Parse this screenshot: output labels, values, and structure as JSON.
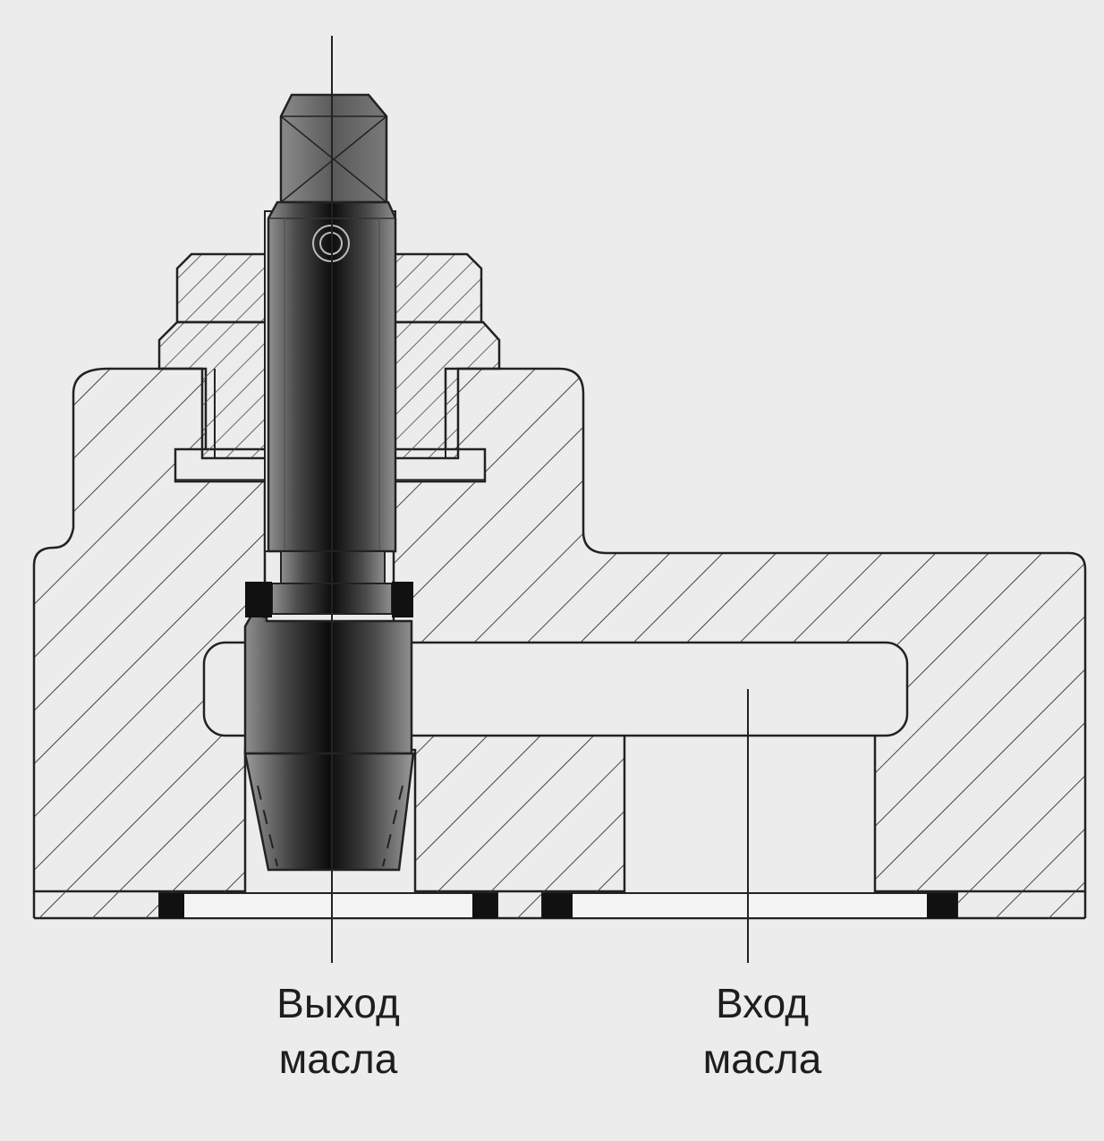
{
  "labels": {
    "outlet": {
      "line1": "Выход",
      "line2": "масла"
    },
    "inlet": {
      "line1": "Вход",
      "line2": "масла"
    }
  },
  "colors": {
    "background": "#ececec",
    "outline": "#222222",
    "hatch": "#444444",
    "seal": "#111111",
    "bolt_dark": "#1a1a1a",
    "bolt_light": "#8f8f8f",
    "head": "#6e6e6e"
  }
}
